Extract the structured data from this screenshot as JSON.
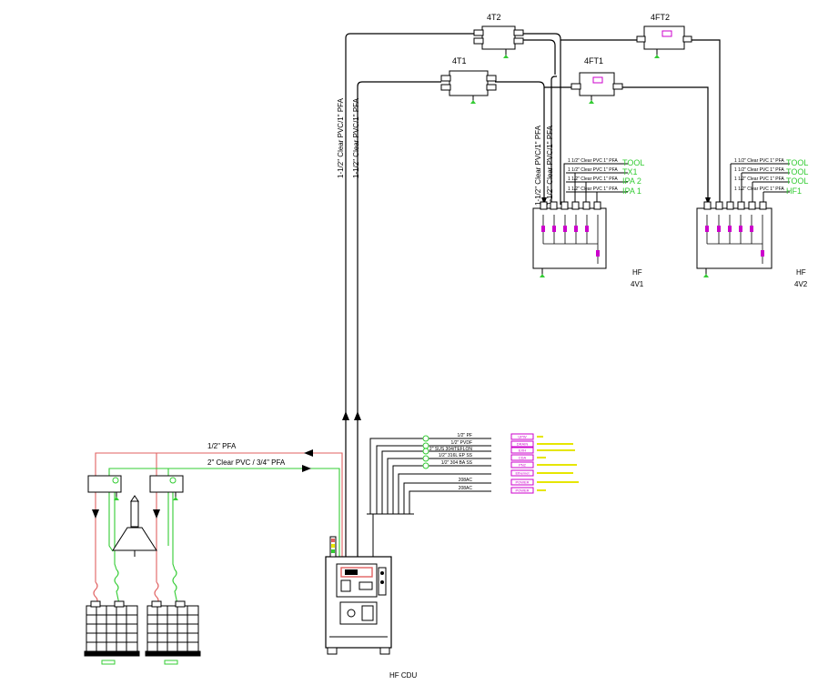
{
  "units": {
    "4T2": "4T2",
    "4FT2": "4FT2",
    "4T1": "4T1",
    "4FT1": "4FT1"
  },
  "main_lines": {
    "left_riser": "1-1/2\" Clear PVC/1\" PFA",
    "right_riser": "1-1/2\" Clear PVC/1\" PFA"
  },
  "vmb1": {
    "name_line1": "HF",
    "name_line2": "4V1",
    "pipe_labels": [
      "1-1/2\" Clear PVC/1\" PFA",
      "1-1/2\" Clear PVC/1\" PFA"
    ],
    "branches": [
      {
        "pipe": "1 1/2\" Clear PVC 1\" PFA",
        "tool": "TOOL"
      },
      {
        "pipe": "1 1/2\" Clear PVC 1\" PFA",
        "tool": "TX1"
      },
      {
        "pipe": "1 1/2\" Clear PVC 1\" PFA",
        "tool": "IPA 2"
      },
      {
        "pipe": "1 1/2\" Clear PVC 1\" PFA",
        "tool": "IPA 1"
      }
    ]
  },
  "vmb2": {
    "name_line1": "HF",
    "name_line2": "4V2",
    "branches": [
      {
        "pipe": "1 1/2\" Clear PVC 1\" PFA",
        "tool": "TOOL"
      },
      {
        "pipe": "1 1/2\" Clear PVC 1\" PFA",
        "tool": "TOOL"
      },
      {
        "pipe": "1 1/2\" Clear PVC 1\" PFA",
        "tool": "TOOL"
      },
      {
        "pipe": "1 1/2\" Clear PVC 1\" PFA",
        "tool": "HF1"
      }
    ]
  },
  "supply_lines": {
    "red_label": "1/2\" PFA",
    "green_label": "2\" Clear PVC / 3/4\" PFA"
  },
  "cdu": {
    "label": "HF CDU"
  },
  "utility_lines": [
    {
      "pipe": "1/2\" PF",
      "tag": "UPW",
      "desc": ""
    },
    {
      "pipe": "1/2\" PVDF",
      "tag": "DRAIN",
      "desc": ""
    },
    {
      "pipe": "2\" SUS 304/TEFLON",
      "tag": "EXH",
      "desc": ""
    },
    {
      "pipe": "1/2\" 316L EP SS",
      "tag": "CDA",
      "desc": ""
    },
    {
      "pipe": "1/2\" 304 BA SS",
      "tag": "PN2",
      "desc": ""
    },
    {
      "pipe": "",
      "tag": "Ethernet",
      "desc": ""
    },
    {
      "pipe": "208AC",
      "tag": "POWER",
      "desc": ""
    },
    {
      "pipe": "208AC",
      "tag": "POWER",
      "desc": ""
    }
  ],
  "colors": {
    "pipe": "#000000",
    "red_line": "#e06060",
    "green_line": "#33cc33",
    "magenta_tag": "#cc00cc",
    "yellow_text": "#e6e600"
  }
}
